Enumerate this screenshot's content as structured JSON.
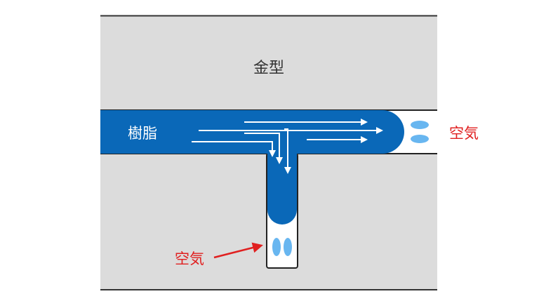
{
  "labels": {
    "mold": "金型",
    "resin": "樹脂",
    "air_right": "空気",
    "air_bottom": "空気"
  },
  "colors": {
    "mold": "#dcdcdc",
    "mold_border": "#333333",
    "resin": "#0a68b8",
    "air_bubble": "#68b6f0",
    "arrow": "#ffffff",
    "air_label": "#e02020",
    "channel_empty": "#ffffff"
  },
  "icons": {
    "flow_arrow": "flow-arrow-icon",
    "air_bubble": "air-bubble-icon",
    "pointer_arrow": "pointer-arrow-icon"
  }
}
